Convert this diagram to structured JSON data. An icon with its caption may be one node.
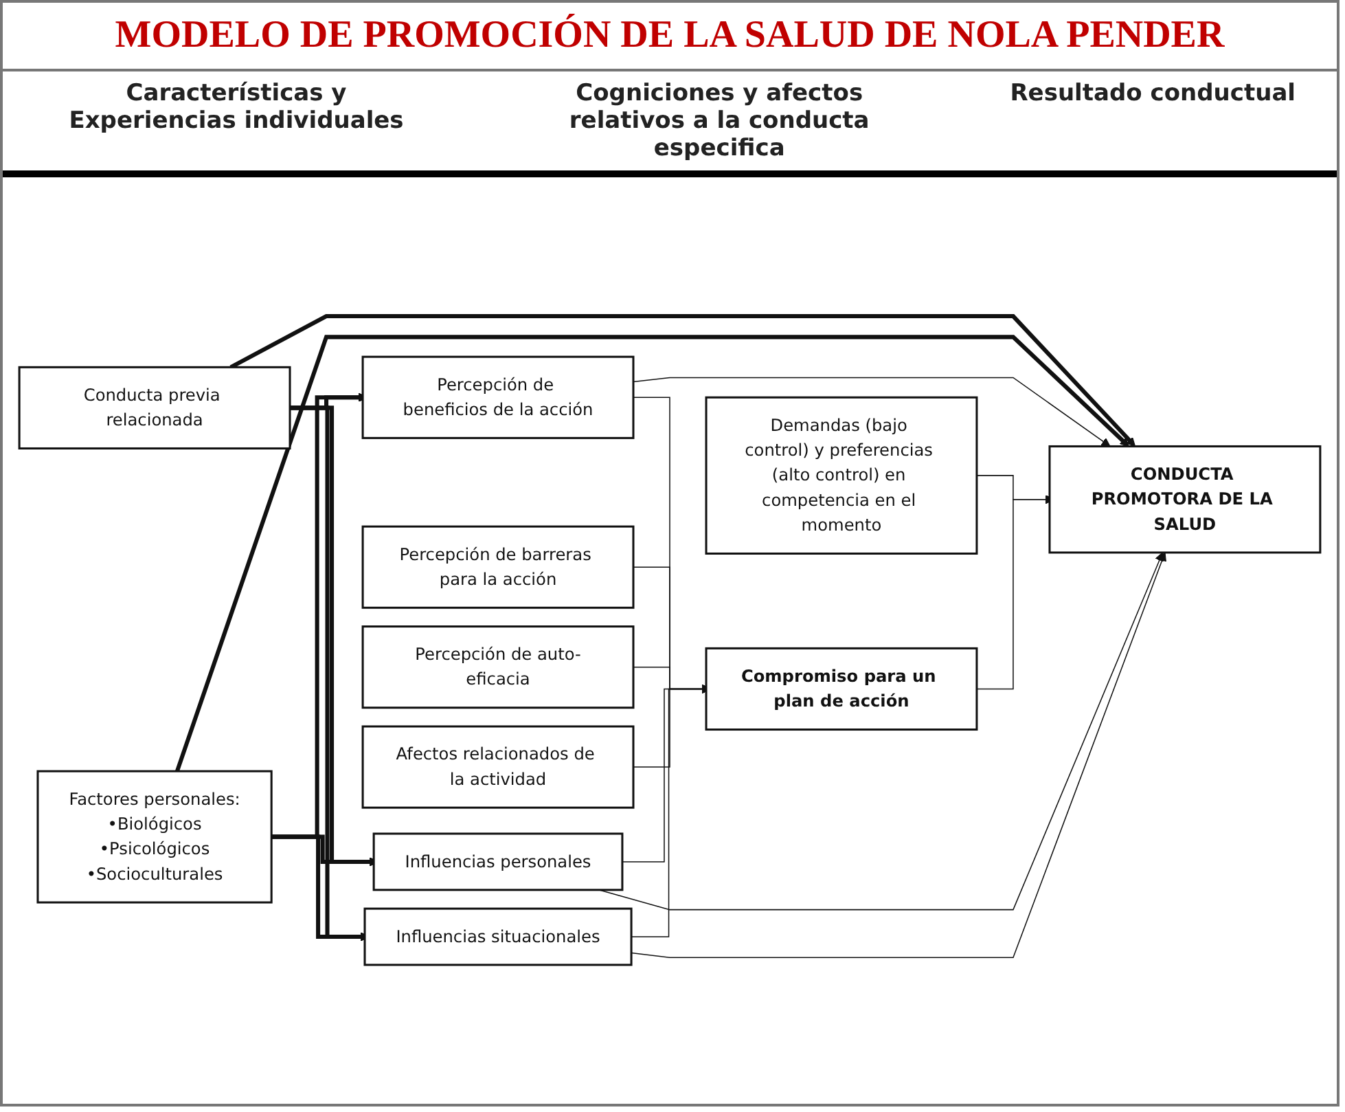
{
  "diagram": {
    "title": "MODELO DE PROMOCIÓN DE LA SALUD DE NOLA PENDER",
    "nodes": [
      {
        "text": [
          "Conducta previa relacionada"
        ]
      },
      {
        "text": [
          "Factores personales:",
          "•Biológicos",
          "•Psicológicos",
          "•Socioculturales"
        ]
      },
      {
        "text": [
          "Percepción de beneficios de la acción"
        ]
      },
      {
        "text": [
          "Percepción de barreras para la acción"
        ]
      },
      {
        "text": [
          "Percepción de auto-eficacia"
        ]
      },
      {
        "text": [
          "Afectos relacionados de la actividad"
        ]
      },
      {
        "text": [
          "Influencias personales"
        ]
      },
      {
        "text": [
          "Influencias situacionales"
        ]
      },
      {
        "text": [
          "Demandas (bajo control) y preferencias (alto control) en competencia en el momento"
        ]
      },
      {
        "text": [
          "Compromiso para un plan de acción"
        ]
      },
      {
        "text": [
          "CONDUCTA PROMOTORA DE LA SALUD"
        ]
      }
    ],
    "edges": [
      {
        "from": 0,
        "to": 2,
        "arrow": "to",
        "style": "thick"
      },
      {
        "from": 0,
        "to": 6,
        "arrow": "to",
        "style": "thick"
      },
      {
        "from": 0,
        "to": 7,
        "arrow": "to",
        "style": "thick"
      },
      {
        "from": 0,
        "to": 10,
        "arrow": "to",
        "style": "thick"
      },
      {
        "from": 1,
        "to": 2,
        "arrow": "to",
        "style": "thick"
      },
      {
        "from": 1,
        "to": 6,
        "arrow": "to",
        "style": "thick"
      },
      {
        "from": 1,
        "to": 7,
        "arrow": "to",
        "style": "thick"
      },
      {
        "from": 1,
        "to": 10,
        "arrow": "to",
        "style": "thick"
      },
      {
        "from": 2,
        "to": 10,
        "arrow": "to"
      },
      {
        "from": 2,
        "to": 9,
        "arrow": "to"
      },
      {
        "from": 3,
        "to": 9,
        "arrow": "to"
      },
      {
        "from": 4,
        "to": 9,
        "arrow": "to"
      },
      {
        "from": 5,
        "to": 9,
        "arrow": "to"
      },
      {
        "from": 8,
        "to": 10,
        "arrow": "to"
      },
      {
        "from": 9,
        "to": 10,
        "arrow": "to"
      },
      {
        "from": 6,
        "to": 9,
        "arrow": "to"
      },
      {
        "from": 7,
        "to": 9,
        "arrow": "to"
      },
      {
        "from": 6,
        "to": 10,
        "arrow": "to"
      },
      {
        "from": 7,
        "to": 10,
        "arrow": "to"
      }
    ],
    "labels": [
      "Características y Experiencias individuales",
      "Cogniciones y afectos relativos a la conducta especifica",
      "Resultado conductual"
    ]
  }
}
